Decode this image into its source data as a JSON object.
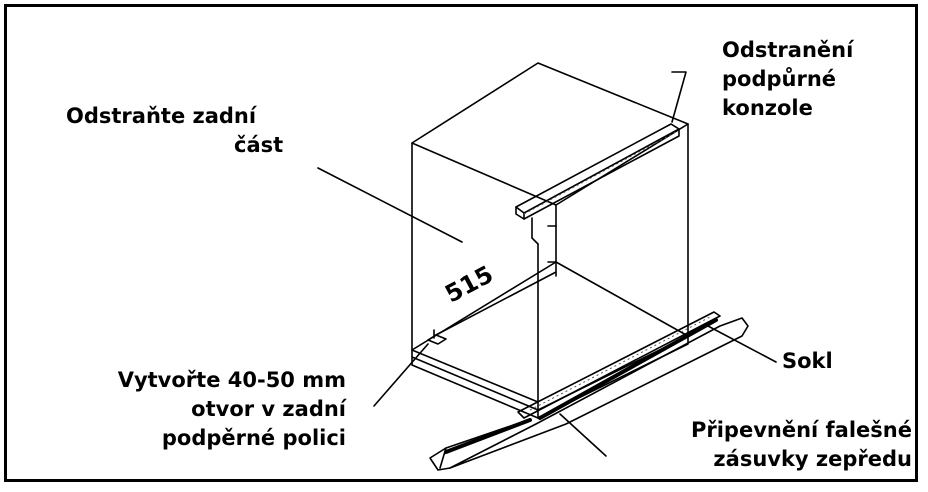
{
  "labels": {
    "remove_back": [
      "Odstraňte zadní",
      "část"
    ],
    "remove_bracket": [
      "Odstranění",
      "podpůrné",
      "konzole"
    ],
    "hole": [
      "Vytvořte 40-50 mm",
      "otvor v zadní",
      "podpěrné polici"
    ],
    "plinth": [
      "Sokl"
    ],
    "front_fix": [
      "Připevnění falešné",
      "zásuvky zepředu"
    ]
  },
  "dimension": "515",
  "colors": {
    "line": "#000000",
    "background": "#ffffff",
    "hatch": "#555555"
  }
}
